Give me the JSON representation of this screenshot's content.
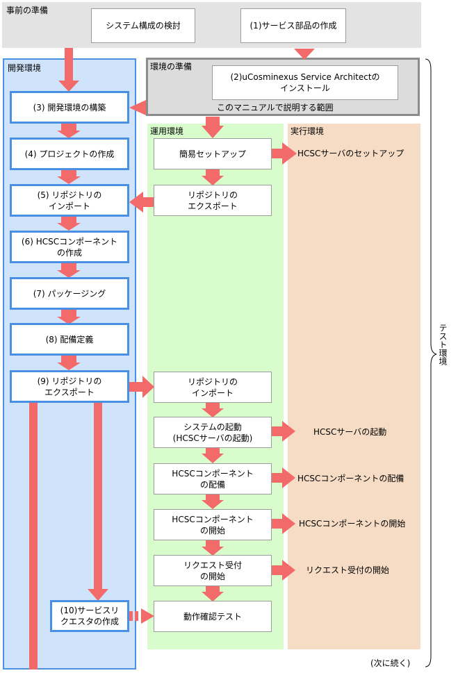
{
  "regions": {
    "preparation": "事前の準備",
    "dev_env": "開発環境",
    "env_prep": "環境の準備",
    "ops_env": "運用環境",
    "exec_env": "実行環境",
    "test_env": "テスト環境",
    "scope_note": "このマニュアルで説明する範囲"
  },
  "prep_boxes": {
    "system_design": "システム構成の検討",
    "service_parts": "(1)サービス部品の作成"
  },
  "env_prep_box": "(2)uCosminexus Service Architectの\nインストール",
  "dev_steps": [
    "(3) 開発環境の構築",
    "(4) プロジェクトの作成",
    "(5) リポジトリの\nインポート",
    "(6) HCSCコンポーネント\nの作成",
    "(7) パッケージング",
    "(8) 配備定義",
    "(9) リポジトリの\nエクスポート",
    "(10)サービスリ\nクエスタの作成"
  ],
  "ops_steps": [
    "簡易セットアップ",
    "リポジトリの\nエクスポート",
    "リポジトリの\nインポート",
    "システムの起動\n(HCSCサーバの起動)",
    "HCSCコンポーネント\nの配備",
    "HCSCコンポーネント\nの開始",
    "リクエスト受付\nの開始",
    "動作確認テスト"
  ],
  "exec_labels": [
    "HCSCサーバのセットアップ",
    "HCSCサーバの起動",
    "HCSCコンポーネントの配備",
    "HCSCコンポーネントの開始",
    "リクエスト受付の開始"
  ],
  "continued": "(次に続く)",
  "colors": {
    "prep_bg": "#e3e3e3",
    "dev_bg": "#cfe3fa",
    "dev_border": "#4a90e2",
    "env_prep_bg": "#dcdcdc",
    "env_prep_border": "#8c8c8c",
    "ops_bg": "#d8fccc",
    "exec_bg": "#f6dcc4",
    "arrow": "#f26a6a"
  }
}
